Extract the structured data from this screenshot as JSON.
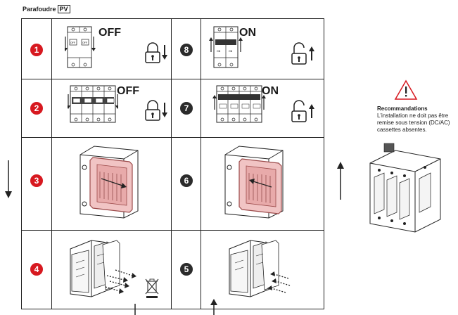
{
  "header": {
    "title": "Parafoudre",
    "tag": "PV"
  },
  "steps": [
    {
      "num": "1",
      "state": "OFF",
      "color": "#d71920"
    },
    {
      "num": "2",
      "state": "OFF",
      "color": "#d71920"
    },
    {
      "num": "3",
      "color": "#d71920"
    },
    {
      "num": "4",
      "color": "#d71920"
    },
    {
      "num": "5",
      "color": "#2b2b2b"
    },
    {
      "num": "6",
      "color": "#2b2b2b"
    },
    {
      "num": "7",
      "state": "ON",
      "color": "#2b2b2b"
    },
    {
      "num": "8",
      "state": "ON",
      "color": "#2b2b2b"
    }
  ],
  "module_labels": {
    "off": "OFF",
    "on": "ON"
  },
  "recommendations": {
    "title": "Recommandations",
    "lines": [
      "L'installation ne doit pas être",
      "remise sous tension (DC/AC)",
      "cassettes absentes."
    ]
  },
  "colors": {
    "accent_red": "#d71920",
    "cartridge_pink": "#f1c4c4",
    "line": "#222222"
  },
  "icons": [
    "lock-closed-icon",
    "lock-open-icon",
    "warning-triangle-icon",
    "weee-bin-icon"
  ]
}
